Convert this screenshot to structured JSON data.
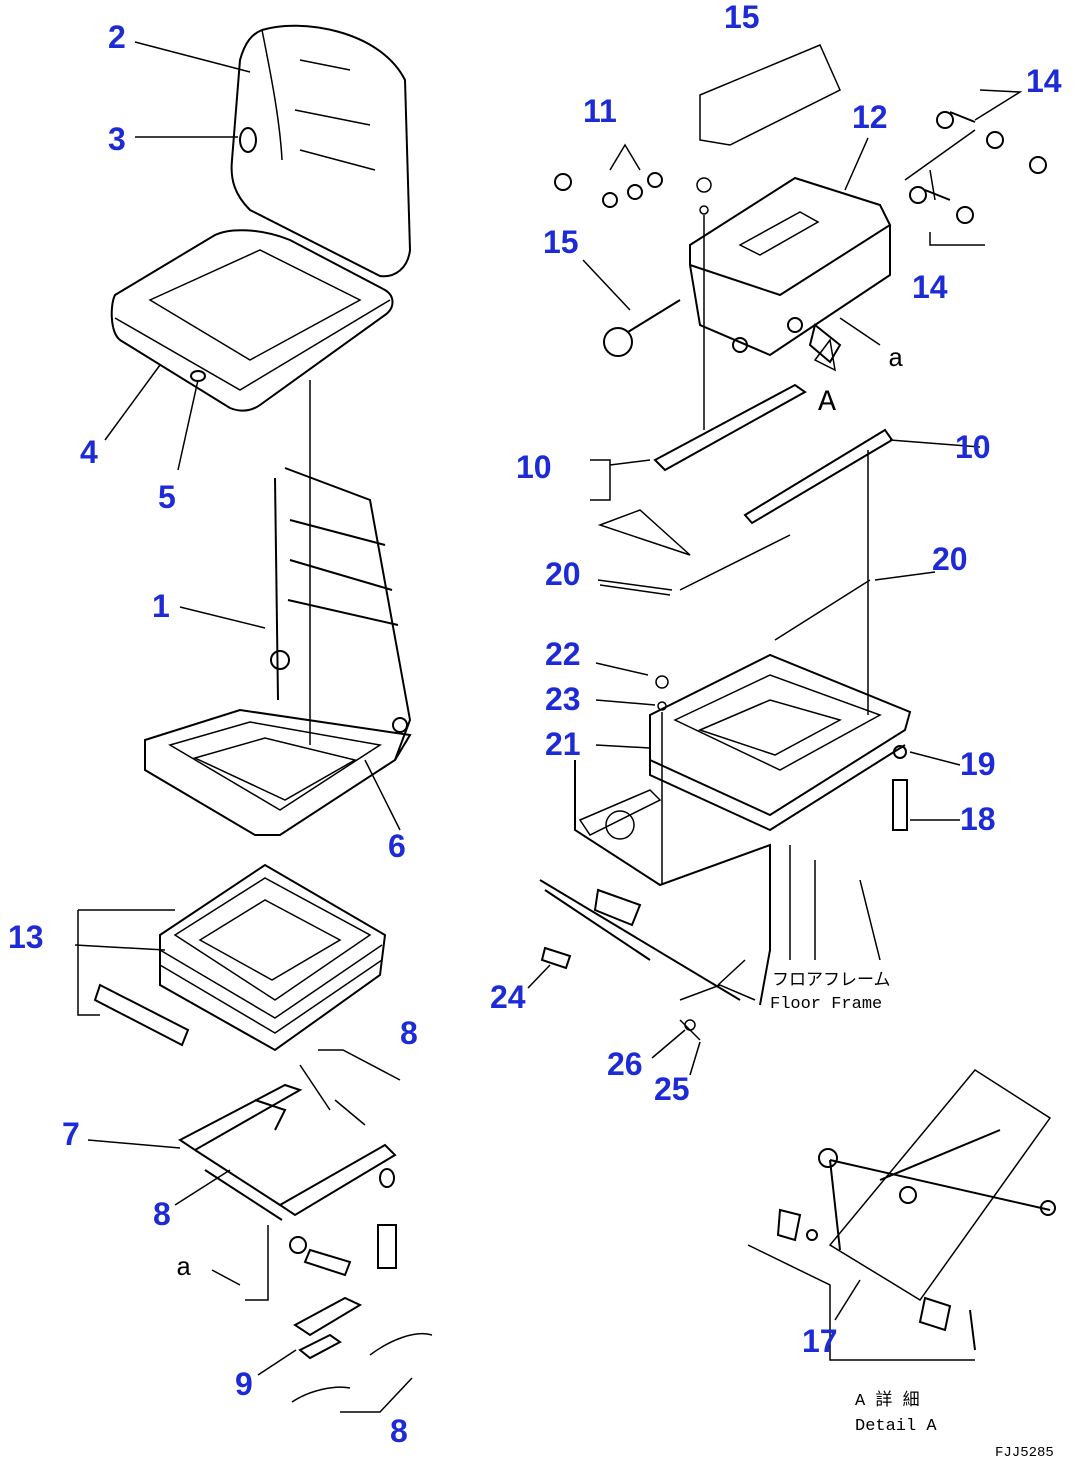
{
  "part_numbers": [
    "1",
    "2",
    "3",
    "4",
    "5",
    "6",
    "7",
    "8",
    "8",
    "8",
    "9",
    "10",
    "10",
    "11",
    "12",
    "13",
    "14",
    "14",
    "15",
    "15",
    "17",
    "18",
    "19",
    "20",
    "20",
    "21",
    "22",
    "23",
    "24",
    "25",
    "26"
  ],
  "labels": {
    "view_a_upper": "A",
    "arrow_a_right": "a",
    "arrow_a_left": "a",
    "floor_frame_jp": "フロアフレーム",
    "floor_frame_en": "Floor Frame",
    "detail_a_jp": "A  詳 細",
    "detail_a_en": "Detail A",
    "drawing_code": "FJJ5285"
  },
  "colors": {
    "callout": "#1d2bd6",
    "line": "#000000",
    "background": "#ffffff"
  }
}
